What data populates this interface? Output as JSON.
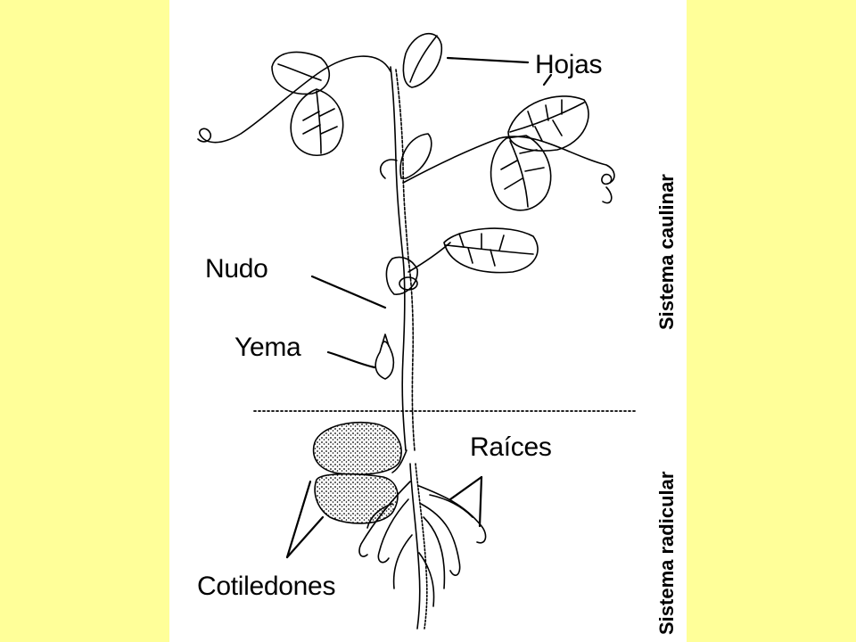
{
  "labels": {
    "hojas": "Hojas",
    "nudo": "Nudo",
    "yema": "Yema",
    "raices": "Raíces",
    "cotiledones": "Cotiledones"
  },
  "systems": {
    "caulinar": "Sistema caulinar",
    "radicular": "Sistema radicular"
  },
  "colors": {
    "background": "#ffff99",
    "panel": "#ffffff",
    "ink": "#000000"
  }
}
